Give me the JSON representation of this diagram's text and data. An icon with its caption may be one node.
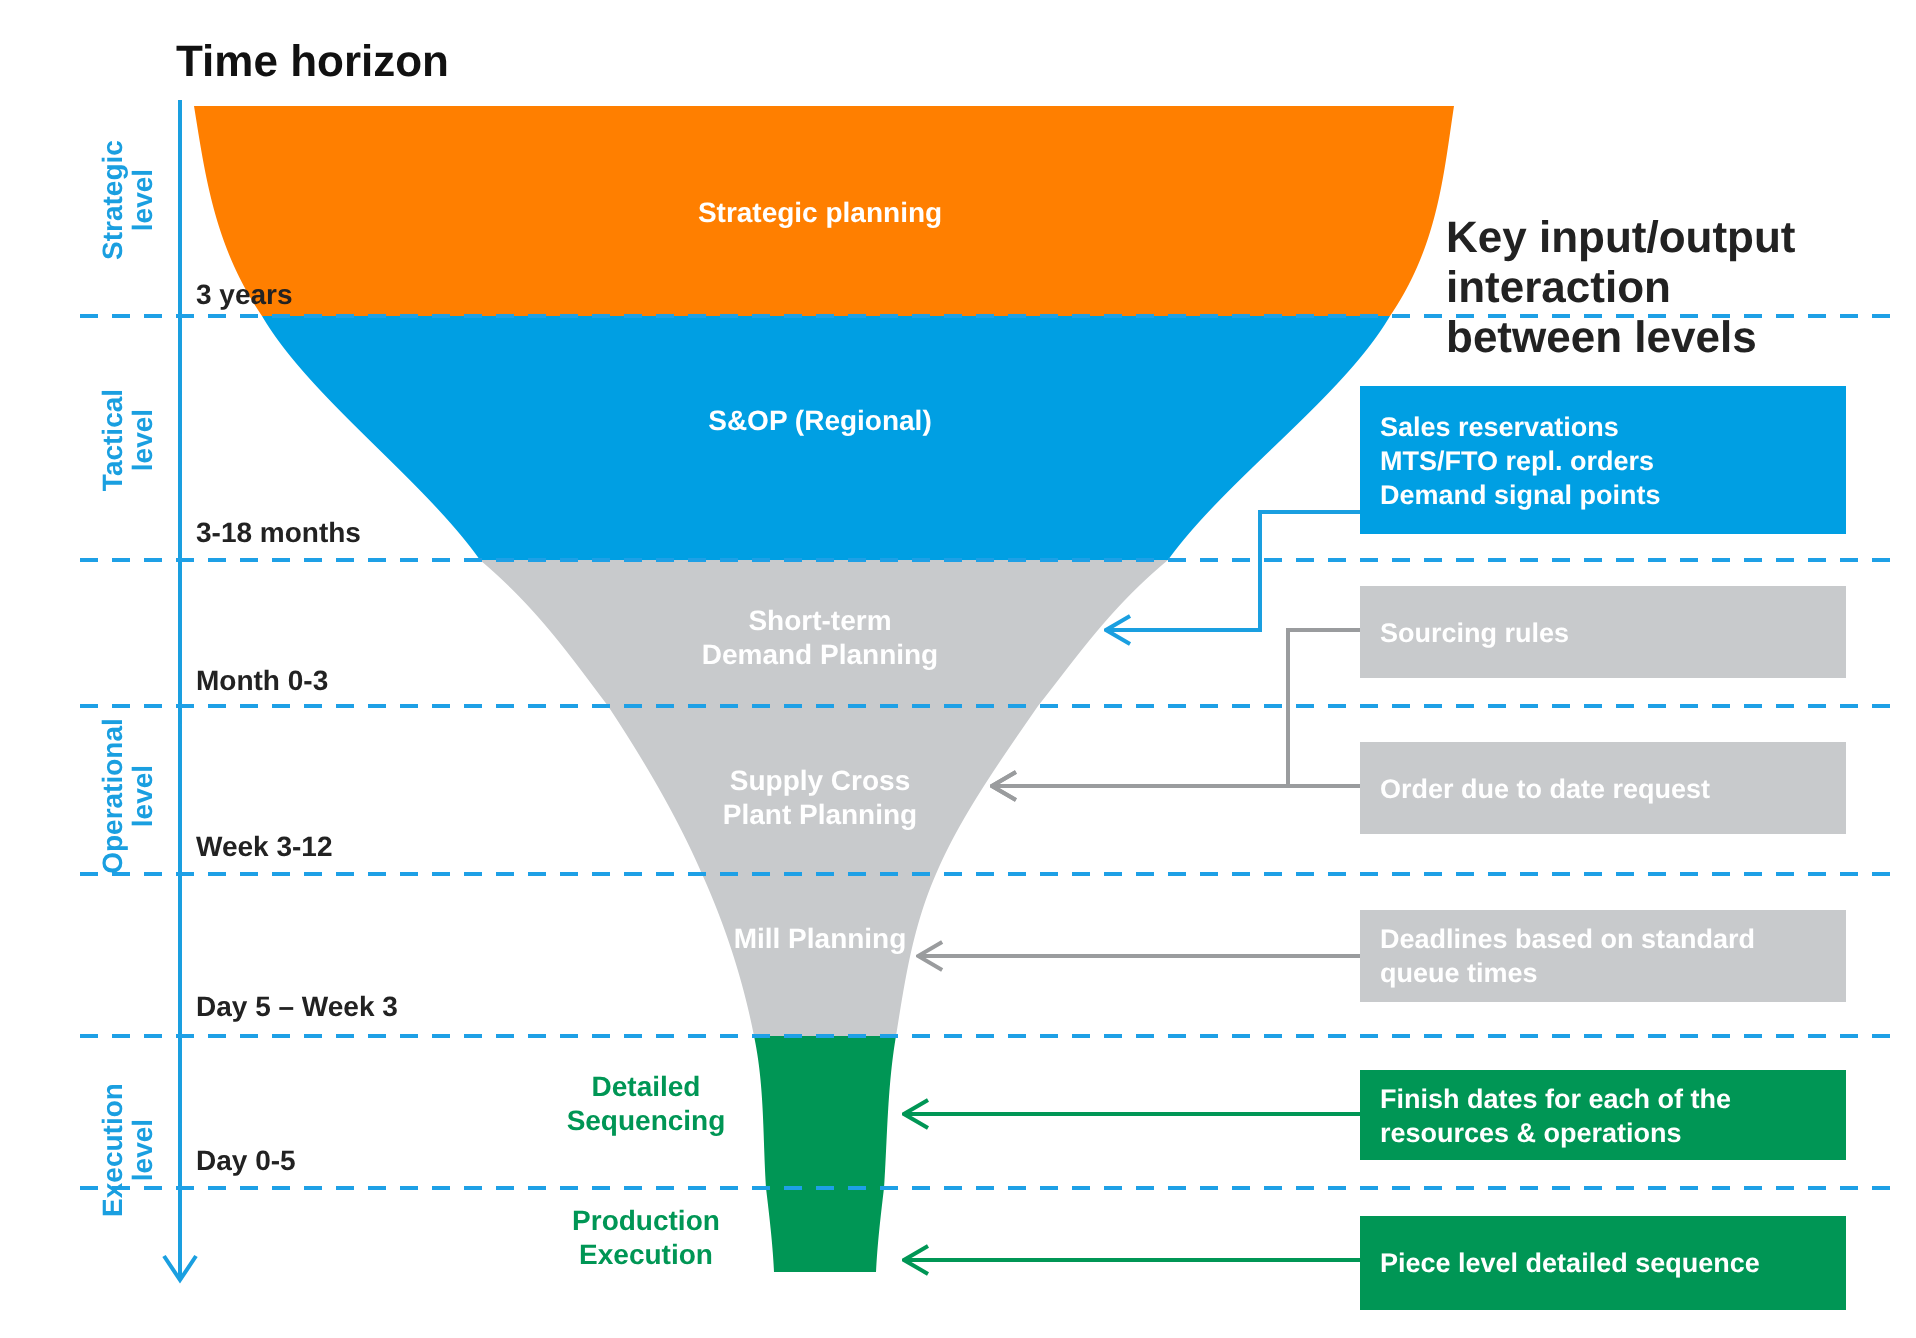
{
  "diagram": {
    "title": "Time horizon",
    "nodes": [
      {
        "text": [
          "Strategic planning"
        ]
      },
      {
        "text": [
          "S&OP (Regional)"
        ]
      },
      {
        "text": [
          "Short-term Demand Planning"
        ]
      },
      {
        "text": [
          "Supply Cross Plant Planning"
        ]
      },
      {
        "text": [
          "Mill Planning"
        ]
      },
      {
        "text": [
          "Detailed Sequencing"
        ]
      },
      {
        "text": [
          "Production Execution"
        ]
      },
      {
        "text": [
          "Sales reservations",
          "MTS/FTO repl. orders",
          "Demand signal points"
        ]
      },
      {
        "text": [
          "Sourcing rules"
        ]
      },
      {
        "text": [
          "Order due to date request"
        ]
      },
      {
        "text": [
          "Deadlines based on standard queue times"
        ]
      },
      {
        "text": [
          "Finish dates for each of the resources & operations"
        ]
      },
      {
        "text": [
          "Piece level detailed sequence"
        ]
      }
    ],
    "edges": [
      {
        "from": 7,
        "to": 2,
        "arrow": "to",
        "color": "#1a9fe0"
      },
      {
        "from": 8,
        "to": 3,
        "arrow": "to"
      },
      {
        "from": 9,
        "to": 3,
        "arrow": "to"
      },
      {
        "from": 10,
        "to": 4,
        "arrow": "to"
      },
      {
        "from": 11,
        "to": 5,
        "arrow": "to",
        "color": "#009655"
      },
      {
        "from": 12,
        "to": 6,
        "arrow": "to",
        "color": "#009655"
      }
    ],
    "labels": [
      "Strategic level",
      "3 years",
      "Key input/output interaction between levels",
      "Tactical level",
      "3-18 months",
      "Month 0-3",
      "Operational level",
      "Week 3-12",
      "Day 5 – Week 3",
      "Execution level",
      "Day 0-5"
    ]
  }
}
